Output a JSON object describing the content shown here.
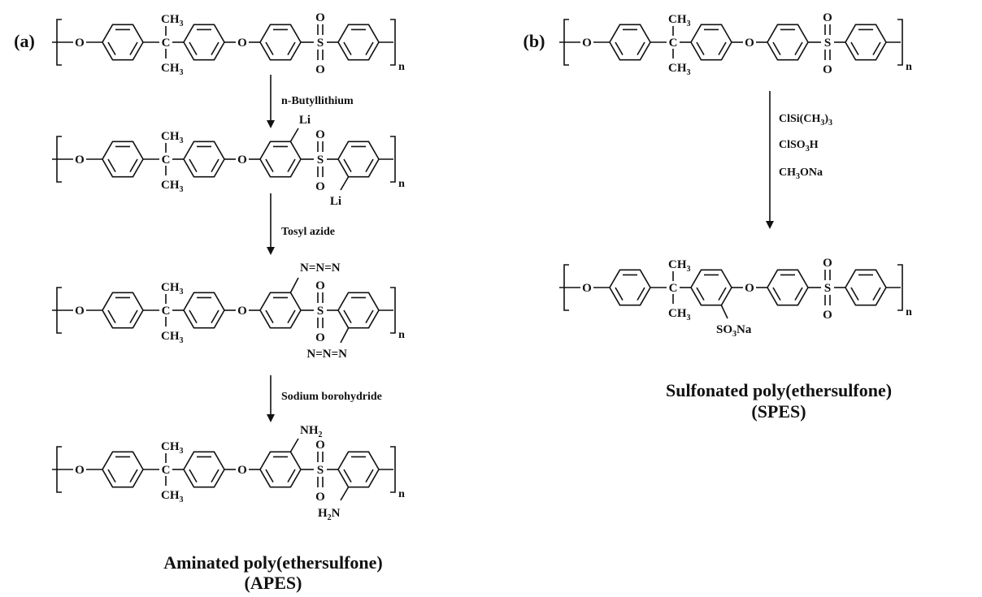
{
  "panels": {
    "a": "(a)",
    "b": "(b)"
  },
  "atoms": {
    "O": "O",
    "C": "C",
    "S": "S",
    "Li": "Li",
    "N": "N",
    "NH2_base": "NH",
    "H2N_H": "H",
    "H2N_N": "N",
    "CH3_base": "CH",
    "SO3Na_a": "SO",
    "SO3Na_b": "Na",
    "azide": "N=N=N",
    "two": "2",
    "three": "3"
  },
  "repeat_subscript": "n",
  "reagents_a": [
    "n-Butyllithium",
    "Tosyl azide",
    "Sodium borohydride"
  ],
  "reagents_b": {
    "r1": {
      "base": "ClSi(CH",
      "sub": "3",
      "tail": ")",
      "sub2": "3"
    },
    "r2": {
      "base": "ClSO",
      "sub": "3",
      "tail": "H"
    },
    "r3": {
      "base": "CH",
      "sub": "3",
      "tail": "ONa"
    }
  },
  "titles": {
    "apes_line1": "Aminated poly(ethersulfone)",
    "apes_line2": "(APES)",
    "spes_line1": "Sulfonated poly(ethersulfone)",
    "spes_line2": "(SPES)"
  }
}
